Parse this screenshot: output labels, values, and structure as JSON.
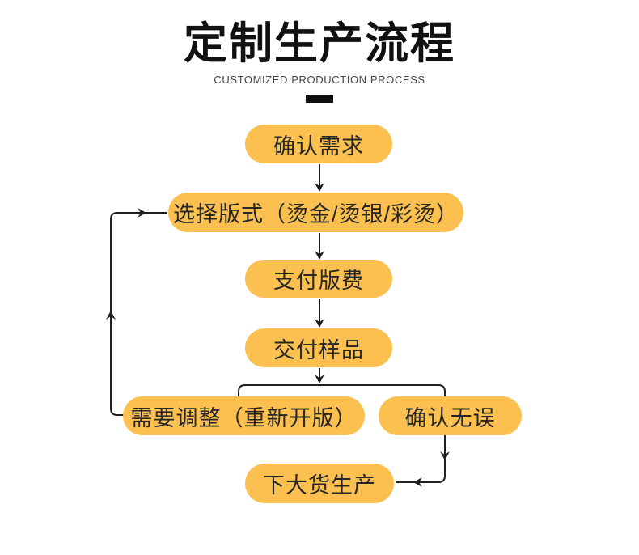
{
  "header": {
    "title": "定制生产流程",
    "subtitle": "CUSTOMIZED PRODUCTION PROCESS"
  },
  "colors": {
    "node_fill": "#FBC04F",
    "line": "#1F1F1F",
    "title": "#111111",
    "subtitle": "#454545",
    "node_text": "#262626",
    "background": "#FFFFFF"
  },
  "flow": {
    "steps": [
      {
        "id": "confirm-requirements",
        "label": "确认需求"
      },
      {
        "id": "choose-format",
        "label": "选择版式（烫金/烫银/彩烫）"
      },
      {
        "id": "pay-plate-fee",
        "label": "支付版费"
      },
      {
        "id": "deliver-sample",
        "label": "交付样品"
      },
      {
        "id": "need-adjustment",
        "label": "需要调整（重新开版）"
      },
      {
        "id": "confirmed-ok",
        "label": "确认无误"
      },
      {
        "id": "mass-production",
        "label": "下大货生产"
      }
    ],
    "edges": [
      {
        "from": "confirm-requirements",
        "to": "choose-format"
      },
      {
        "from": "choose-format",
        "to": "pay-plate-fee"
      },
      {
        "from": "pay-plate-fee",
        "to": "deliver-sample"
      },
      {
        "from": "deliver-sample",
        "to": "need-adjustment"
      },
      {
        "from": "deliver-sample",
        "to": "confirmed-ok"
      },
      {
        "from": "need-adjustment",
        "to": "choose-format"
      },
      {
        "from": "confirmed-ok",
        "to": "mass-production"
      }
    ]
  }
}
